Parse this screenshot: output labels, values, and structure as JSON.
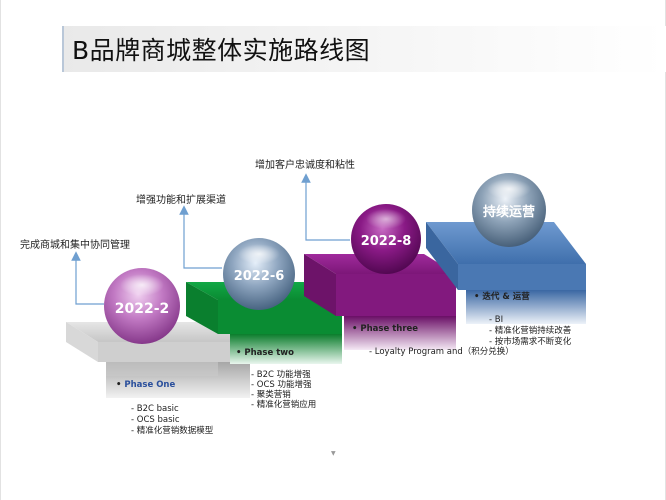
{
  "title": "B品牌商城整体实施路线图",
  "colors": {
    "step1": "#bdbdbd",
    "step2": "#0e9a3a",
    "step3": "#8d1f8a",
    "step4": "#4f7fba",
    "arrow": "#6f9fd0"
  },
  "goals": {
    "goal1": "完成商城和集中协同管理",
    "goal2": "增强功能和扩展渠道",
    "goal3": "增加客户忠诚度和粘性"
  },
  "phases": [
    {
      "ball": "2022-2",
      "label": "Phase One",
      "items": [
        "- B2C basic",
        "- OCS basic",
        "- 精准化营销数据模型"
      ]
    },
    {
      "ball": "2022-6",
      "label": "Phase two",
      "items": [
        "- B2C 功能增强",
        "- OCS 功能增强",
        "- 聚类营销",
        "- 精准化营销应用"
      ]
    },
    {
      "ball": "2022-8",
      "label": "Phase three",
      "items": [
        "- Loyalty Program and（积分兑换）"
      ]
    },
    {
      "ball": "持续运营",
      "label": "迭代 & 运营",
      "items": [
        "- BI",
        "- 精准化营销持续改善",
        "- 按市场需求不断变化"
      ]
    }
  ],
  "footer_mark": "▼"
}
